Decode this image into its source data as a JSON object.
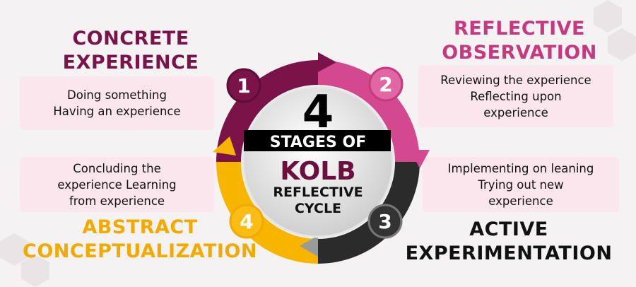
{
  "center": {
    "number": "4",
    "line1": "STAGES OF",
    "line2": "KOLB",
    "line3": "REFLECTIVE",
    "line4": "CYCLE"
  },
  "stages": [
    {
      "number": "1",
      "title": [
        "CONCRETE",
        "EXPERIENCE"
      ],
      "lines": [
        "Doing something",
        "Having an experience"
      ],
      "color": "#7a1448"
    },
    {
      "number": "2",
      "title": [
        "REFLECTIVE",
        "OBSERVATION"
      ],
      "lines": [
        "Reviewing the experience",
        "Reflecting upon",
        "experience"
      ],
      "color": "#c7397e"
    },
    {
      "number": "3",
      "title": [
        "ACTIVE",
        "EXPERIMENTATION"
      ],
      "lines": [
        "Implementing on leaning",
        "Trying out new",
        "experience"
      ],
      "color": "#111111"
    },
    {
      "number": "4",
      "title": [
        "ABSTRACT",
        "CONCEPTUALIZATION"
      ],
      "lines": [
        "Concluding the",
        "experience Learning",
        "from experience"
      ],
      "color": "#f2a900"
    }
  ],
  "colors": {
    "maroon": "#7a1448",
    "pink": "#d4488f",
    "dark": "#2b2b2b",
    "yellow": "#f7b500",
    "box": "#fce6ee"
  }
}
